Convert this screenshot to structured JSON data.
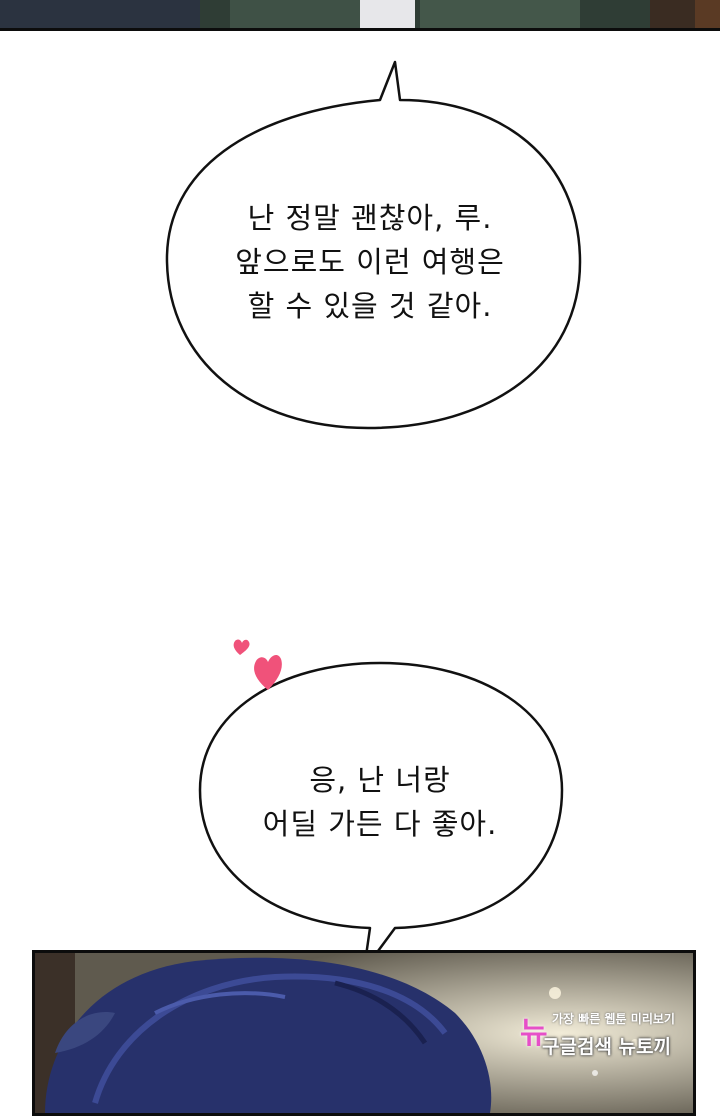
{
  "bubbles": [
    {
      "lines": [
        "난 정말 괜찮아, 루.",
        "앞으로도 이런 여행은",
        "할 수 있을 것 같아."
      ]
    },
    {
      "lines": [
        "응, 난 너랑",
        "어딜 가든 다 좋아."
      ]
    }
  ],
  "watermark": {
    "tagline": "가장 빠른 웹툰 미리보기",
    "brand": "뉴",
    "search": "구글검색 뉴토끼"
  },
  "colors": {
    "heart": "#f0527a",
    "watermark_pink": "#e64fc8",
    "outline": "#111111"
  }
}
